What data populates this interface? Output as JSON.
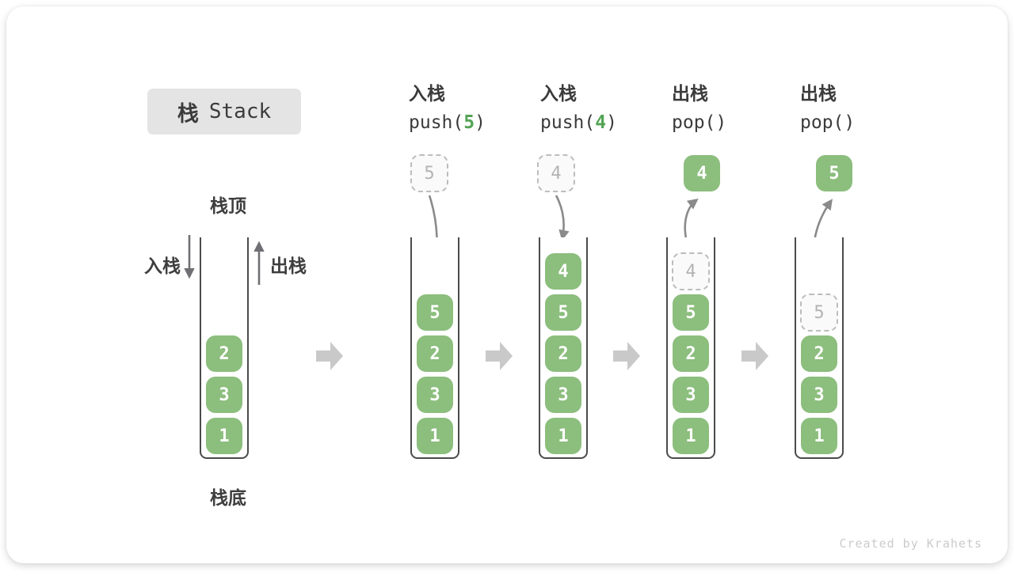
{
  "title": {
    "zh": "栈",
    "en": "Stack"
  },
  "side": {
    "top": "栈顶",
    "bottom": "栈底",
    "push": "入栈",
    "pop": "出栈"
  },
  "ops": [
    {
      "label": "入栈",
      "pre": "push(",
      "arg": "5",
      "post": ")"
    },
    {
      "label": "入栈",
      "pre": "push(",
      "arg": "4",
      "post": ")"
    },
    {
      "label": "出栈",
      "pre": "pop(",
      "arg": "",
      "post": ")"
    },
    {
      "label": "出栈",
      "pre": "pop(",
      "arg": "",
      "post": ")"
    }
  ],
  "floating": [
    {
      "value": "5",
      "style": "dashed"
    },
    {
      "value": "4",
      "style": "dashed"
    },
    {
      "value": "4",
      "style": "solid"
    },
    {
      "value": "5",
      "style": "solid"
    }
  ],
  "stacks": [
    {
      "elements": [
        {
          "value": "2"
        },
        {
          "value": "3"
        },
        {
          "value": "1"
        }
      ]
    },
    {
      "elements": [
        {
          "value": "5"
        },
        {
          "value": "2"
        },
        {
          "value": "3"
        },
        {
          "value": "1"
        }
      ]
    },
    {
      "elements": [
        {
          "value": "4"
        },
        {
          "value": "5"
        },
        {
          "value": "2"
        },
        {
          "value": "3"
        },
        {
          "value": "1"
        }
      ]
    },
    {
      "elements": [
        {
          "value": "4",
          "style": "dashed"
        },
        {
          "value": "5"
        },
        {
          "value": "2"
        },
        {
          "value": "3"
        },
        {
          "value": "1"
        }
      ]
    },
    {
      "elements": [
        {
          "value": "5",
          "style": "dashed"
        },
        {
          "value": "2"
        },
        {
          "value": "3"
        },
        {
          "value": "1"
        }
      ]
    }
  ],
  "watermark": "Created by Krahets",
  "colors": {
    "element_green": "#8cbe7d",
    "code_arg_green": "#52a353",
    "container_wall": "#4b4b4b",
    "block_arrow_gray": "#c9c9c9",
    "curve_arrow_gray": "#8a8a8a",
    "dashed_border": "#bcbcbc",
    "title_bg": "#e4e4e4",
    "text_dark": "#3b3b3b",
    "watermark_gray": "#cbcbcb"
  }
}
